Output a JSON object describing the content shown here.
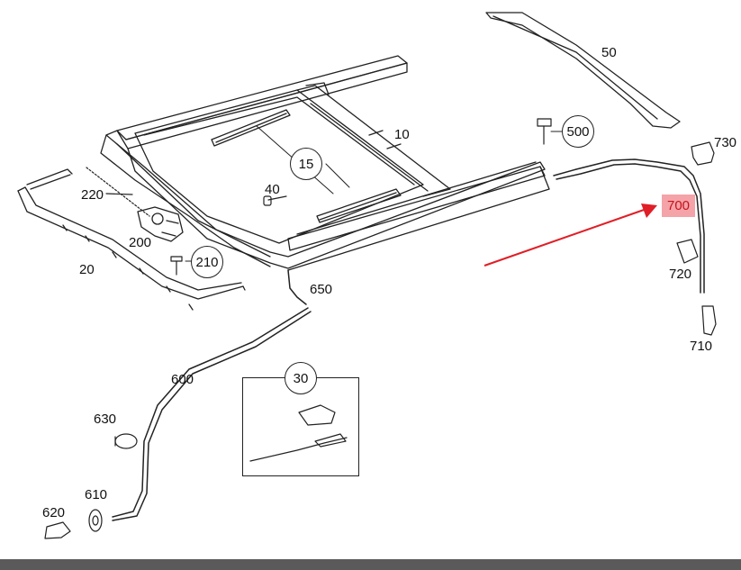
{
  "parts": {
    "p10": "10",
    "p15": "15",
    "p20": "20",
    "p30": "30",
    "p40": "40",
    "p50": "50",
    "p200": "200",
    "p210": "210",
    "p220": "220",
    "p500": "500",
    "p600": "600",
    "p610": "610",
    "p620": "620",
    "p630": "630",
    "p650": "650",
    "p700": "700",
    "p710": "710",
    "p720": "720",
    "p730": "730"
  },
  "highlight": {
    "color": "#f4a3a8",
    "text_color": "#c4121b",
    "arrow_color": "#e01e26"
  }
}
